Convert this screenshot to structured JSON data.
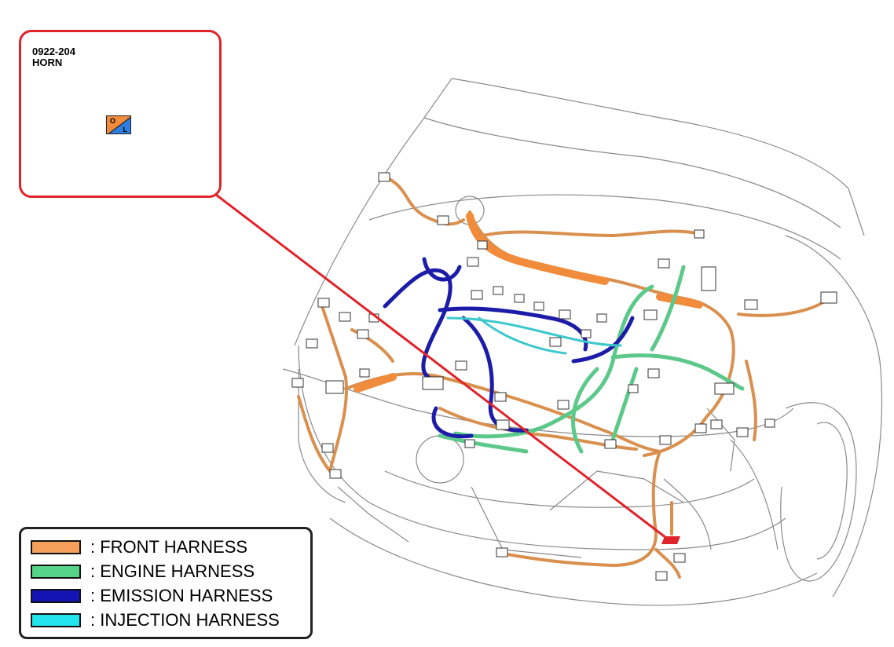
{
  "callout": {
    "code": "0922-204",
    "name": "HORN",
    "pin_left": "O",
    "pin_right": "L",
    "pin_left_color": "#f08c3c",
    "pin_right_color": "#2f7fe0"
  },
  "legend": {
    "items": [
      {
        "label": ": FRONT HARNESS",
        "color": "#f5a05a"
      },
      {
        "label": ": ENGINE HARNESS",
        "color": "#55d488"
      },
      {
        "label": ": EMISSION HARNESS",
        "color": "#1414b4"
      },
      {
        "label": ": INJECTION HARNESS",
        "color": "#22e4ec"
      }
    ]
  },
  "colors": {
    "front_harness": "#d9904f",
    "engine_harness": "#5cc98a",
    "emission_harness": "#1c1ca8",
    "injection_harness": "#3cc8cc",
    "callout_line": "#e0232a",
    "horn_location": "#e0232a",
    "outline": "#8a8a8a"
  },
  "icons": {
    "connector": "connector-icon",
    "horn_marker": "horn-location-marker"
  }
}
